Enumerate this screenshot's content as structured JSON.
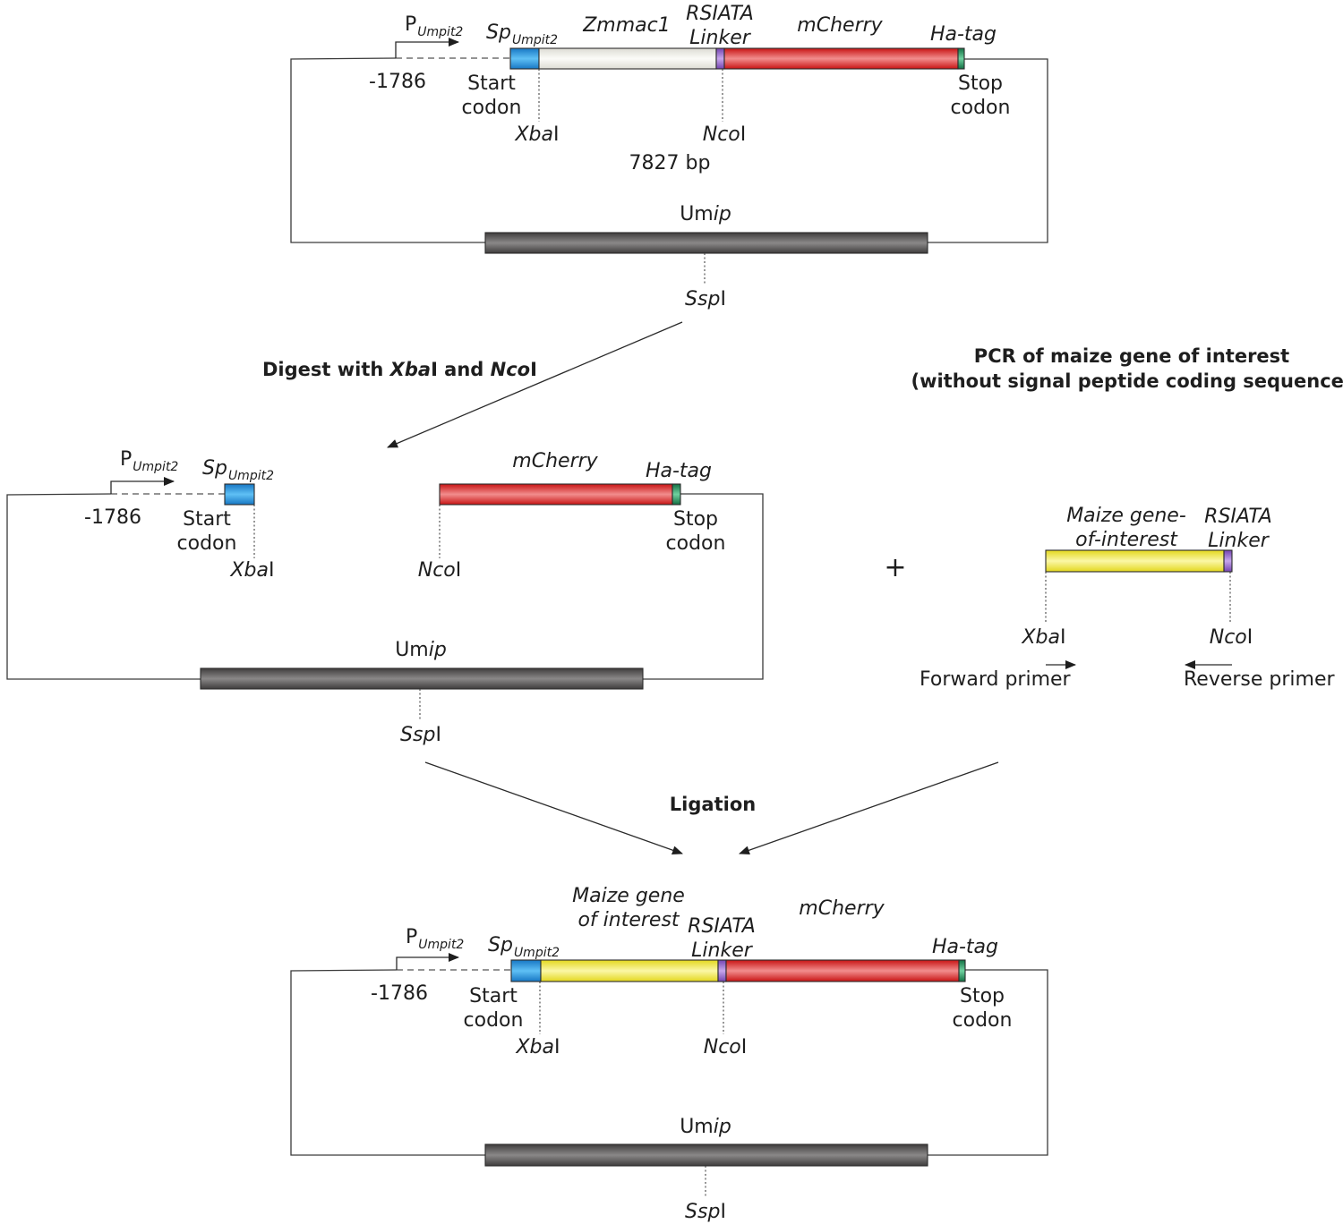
{
  "top_construct": {
    "promoter": "P",
    "promoter_sub": "Umpit2",
    "signal": "Sp",
    "signal_sub": "Umpit2",
    "insert": "Zmmac1",
    "linker_line1": "RSIATA",
    "linker_line2": "Linker",
    "reporter": "mCherry",
    "tag": "Ha-tag",
    "position": "-1786",
    "start_line1": "Start",
    "start_line2": "codon",
    "stop_line1": "Stop",
    "stop_line2": "codon",
    "site_xba_italic": "Xba",
    "site_xba_roman": "I",
    "site_nco_italic": "Nco",
    "site_nco_roman": "I",
    "size": "7827 bp",
    "backbone_roman": "Um",
    "backbone_italic": "ip",
    "site_ssp_italic": "Ssp",
    "site_ssp_roman": "I"
  },
  "steps": {
    "digest_prefix": "Digest with ",
    "digest_enzyme1": "Xba",
    "digest_mid": "I and ",
    "digest_enzyme2": "Nco",
    "digest_suffix": "I",
    "pcr_line1": "PCR of maize gene of interest",
    "pcr_line2": "(without signal peptide coding sequence)",
    "plus": "+",
    "ligation": "Ligation"
  },
  "digested_vector": {
    "promoter": "P",
    "promoter_sub": "Umpit2",
    "signal": "Sp",
    "signal_sub": "Umpit2",
    "position": "-1786",
    "start_line1": "Start",
    "start_line2": "codon",
    "site_xba_italic": "Xba",
    "site_xba_roman": "I",
    "reporter": "mCherry",
    "tag": "Ha-tag",
    "stop_line1": "Stop",
    "stop_line2": "codon",
    "site_nco_italic": "Nco",
    "site_nco_roman": "I",
    "backbone_roman": "Um",
    "backbone_italic": "ip",
    "site_ssp_italic": "Ssp",
    "site_ssp_roman": "I"
  },
  "pcr_fragment": {
    "gene_line1": "Maize gene-",
    "gene_line2": "of-interest",
    "linker_line1": "RSIATA",
    "linker_line2": "Linker",
    "site_xba_italic": "Xba",
    "site_xba_roman": "I",
    "site_nco_italic": "Nco",
    "site_nco_roman": "I",
    "forward_primer": "Forward primer",
    "reverse_primer": "Reverse primer"
  },
  "final_construct": {
    "promoter": "P",
    "promoter_sub": "Umpit2",
    "signal": "Sp",
    "signal_sub": "Umpit2",
    "gene_line1": "Maize gene",
    "gene_line2": "of interest",
    "linker_line1": "RSIATA",
    "linker_line2": "Linker",
    "reporter": "mCherry",
    "tag": "Ha-tag",
    "position": "-1786",
    "start_line1": "Start",
    "start_line2": "codon",
    "stop_line1": "Stop",
    "stop_line2": "codon",
    "site_xba_italic": "Xba",
    "site_xba_roman": "I",
    "site_nco_italic": "Nco",
    "site_nco_roman": "I",
    "backbone_roman": "Um",
    "backbone_italic": "ip",
    "site_ssp_italic": "Ssp",
    "site_ssp_roman": "I"
  },
  "colors": {
    "signal_peptide": "#1c8fd8",
    "zmmac1": "#e9e8e2",
    "linker": "#8a5cc0",
    "mcherry": "#d81e1e",
    "ha_tag": "#1f8a57",
    "gene_of_interest": "#ece22c",
    "backbone": "#4d4b4b"
  }
}
